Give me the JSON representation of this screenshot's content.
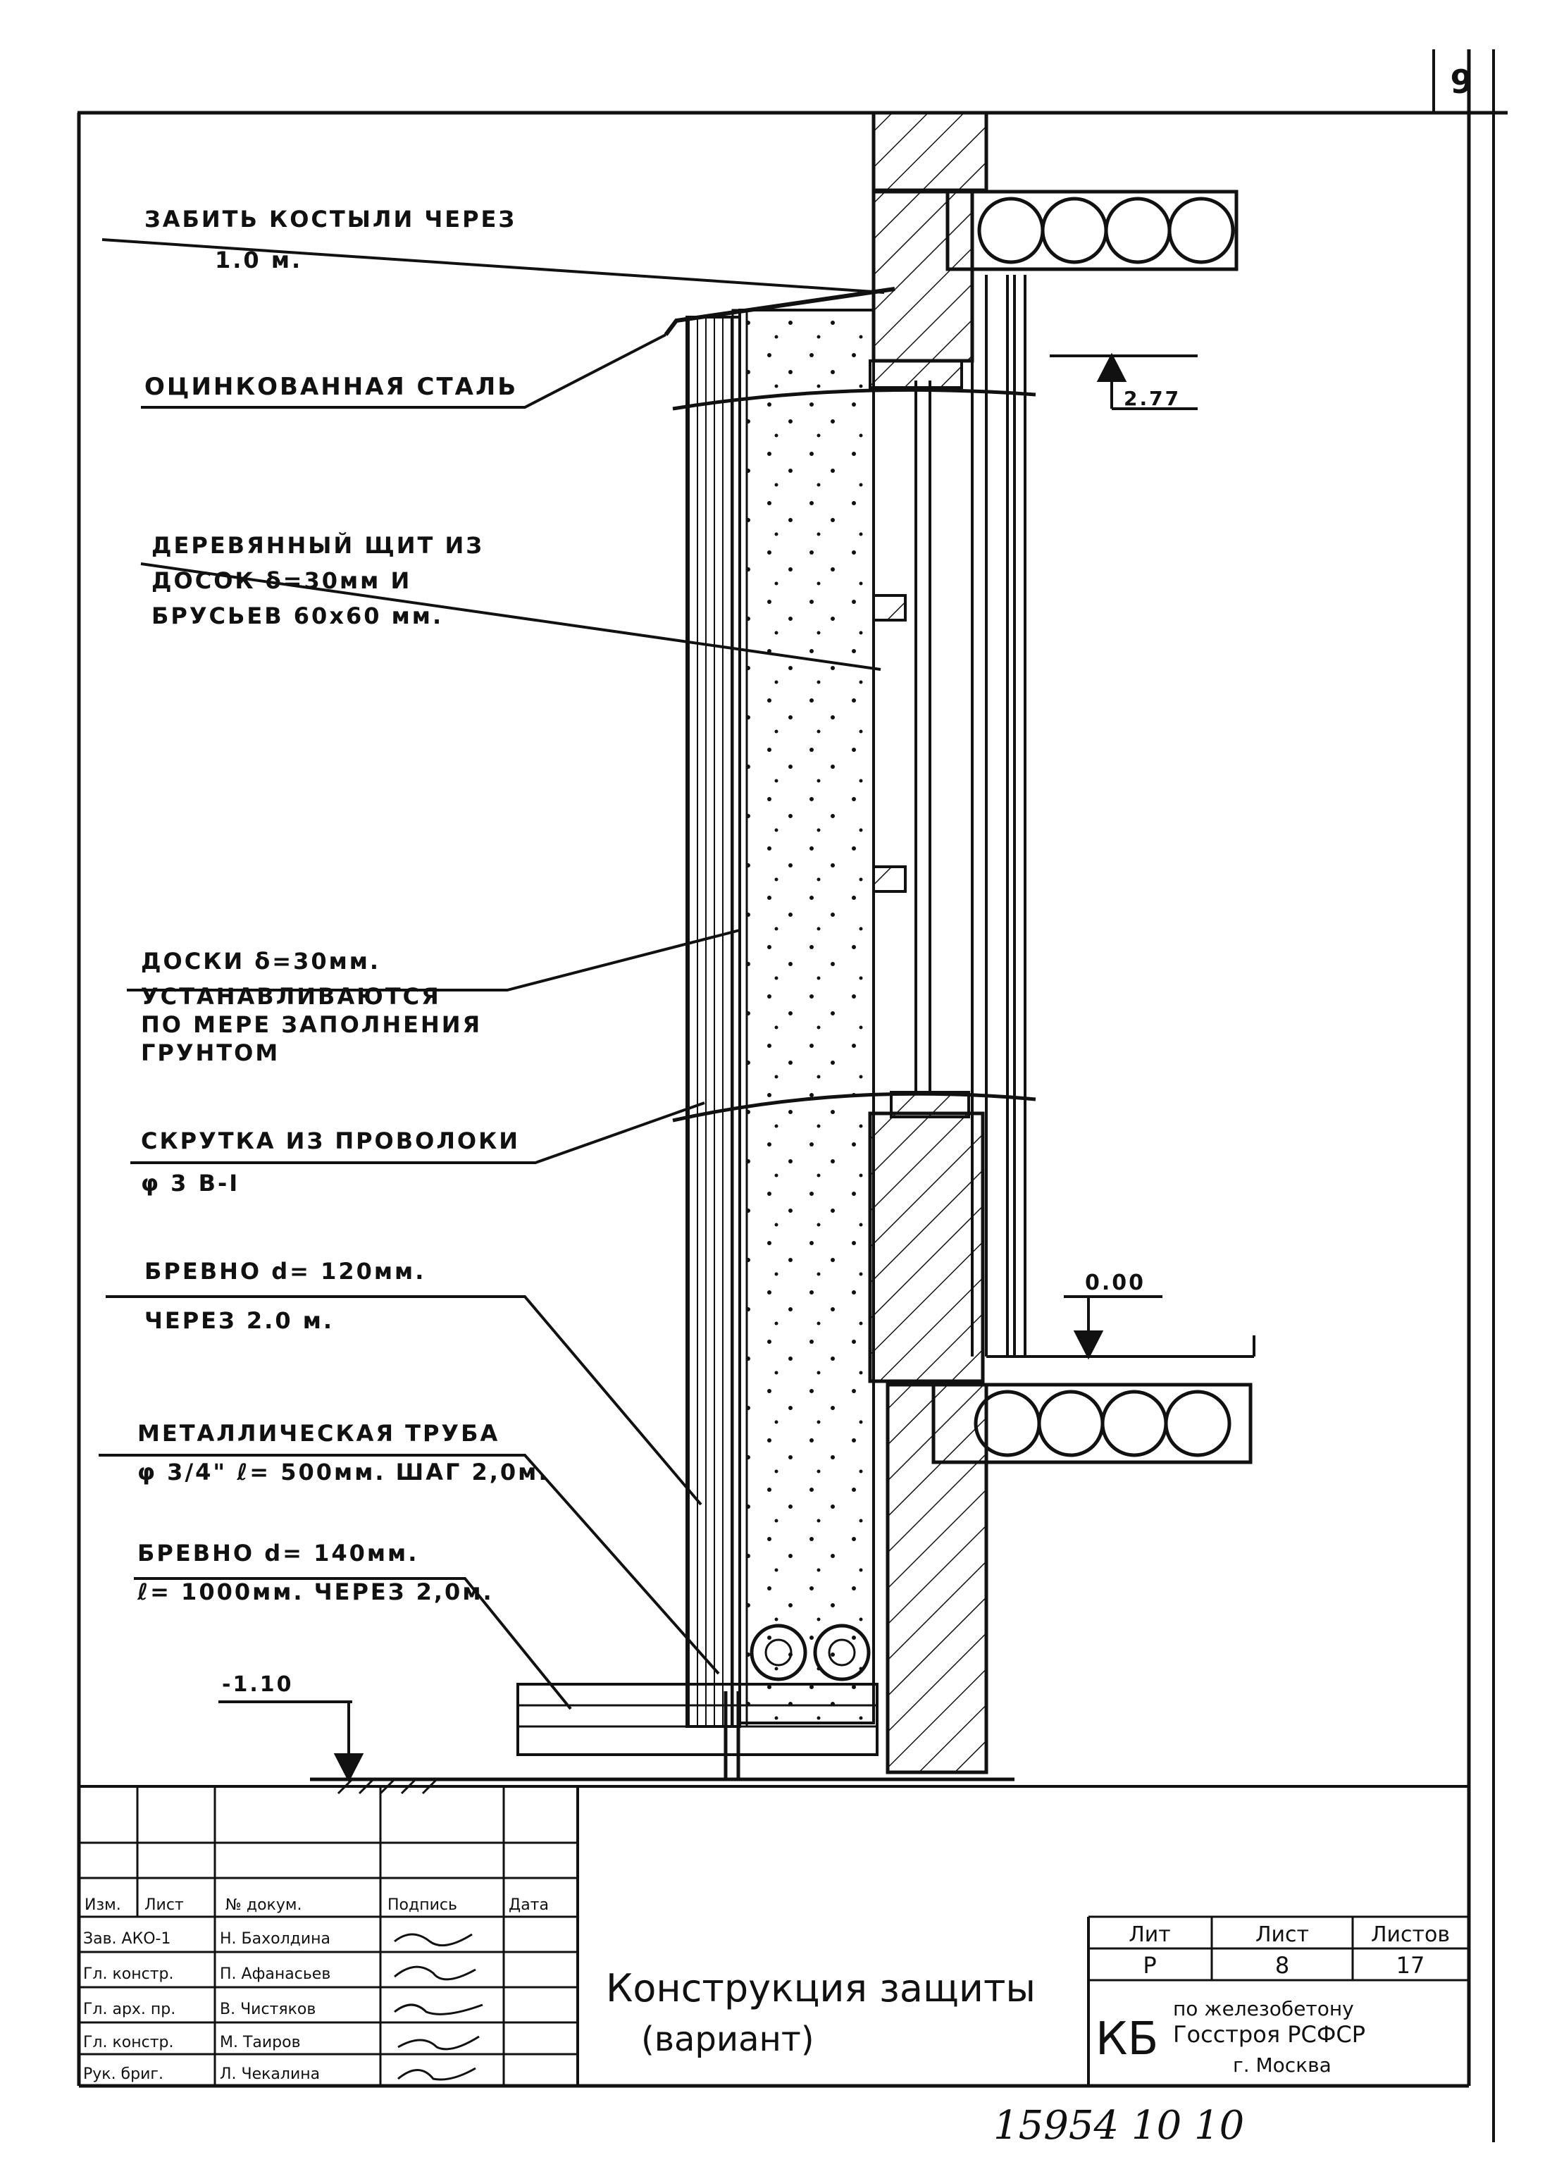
{
  "sheet_number": "9",
  "leaders": [
    {
      "lines": [
        "ЗАБИТЬ КОСТЫЛИ ЧЕРЕЗ",
        "1.0 м."
      ]
    },
    {
      "lines": [
        "ОЦИНКОВАННАЯ СТАЛЬ"
      ]
    },
    {
      "lines": [
        "ДЕРЕВЯННЫЙ ЩИТ ИЗ",
        "ДОСОК δ=30мм И",
        "БРУСЬЕВ 60х60 мм."
      ]
    },
    {
      "lines": [
        "ДОСКИ δ=30мм.",
        "УСТАНАВЛИВАЮТСЯ",
        "ПО МЕРЕ ЗАПОЛНЕНИЯ",
        "ГРУНТОМ"
      ]
    },
    {
      "lines": [
        "СКРУТКА ИЗ ПРОВОЛОКИ",
        "φ 3 В-I"
      ]
    },
    {
      "lines": [
        "БРЕВНО d= 120мм.",
        "ЧЕРЕЗ 2.0 м."
      ]
    },
    {
      "lines": [
        "МЕТАЛЛИЧЕСКАЯ ТРУБА",
        "φ 3/4\" ℓ= 500мм. ШАГ 2,0м."
      ]
    },
    {
      "lines": [
        "БРЕВНО d= 140мм.",
        "ℓ= 1000мм. ЧЕРЕЗ 2,0м."
      ]
    }
  ],
  "elevations": [
    "2.77",
    "0.00",
    "-1.10"
  ],
  "title_block": {
    "headers": [
      "Изм.",
      "Лист",
      "№ докум.",
      "Подпись",
      "Дата"
    ],
    "people": [
      {
        "role": "Зав. АКО-1",
        "name": "Н. Бахолдина"
      },
      {
        "role": "Гл. констр.",
        "name": "П. Афанасьев"
      },
      {
        "role": "Гл. арх. пр.",
        "name": "В. Чистяков"
      },
      {
        "role": "Гл. констр.",
        "name": "М. Таиров"
      },
      {
        "role": "Рук. бриг.",
        "name": "Л. Чекалина"
      }
    ],
    "title_line1": "Конструкция защиты",
    "title_line2": "(вариант)",
    "stage_header": "Лит",
    "sheet_header": "Лист",
    "sheets_header": "Листов",
    "stage": "Р",
    "sheet": "8",
    "sheets": "17",
    "org_logo": "КБ",
    "org_line1": "по железобетону",
    "org_line2": "Госстроя РСФСР",
    "org_line3": "г. Москва"
  },
  "bottom_number": "15954 10 10"
}
